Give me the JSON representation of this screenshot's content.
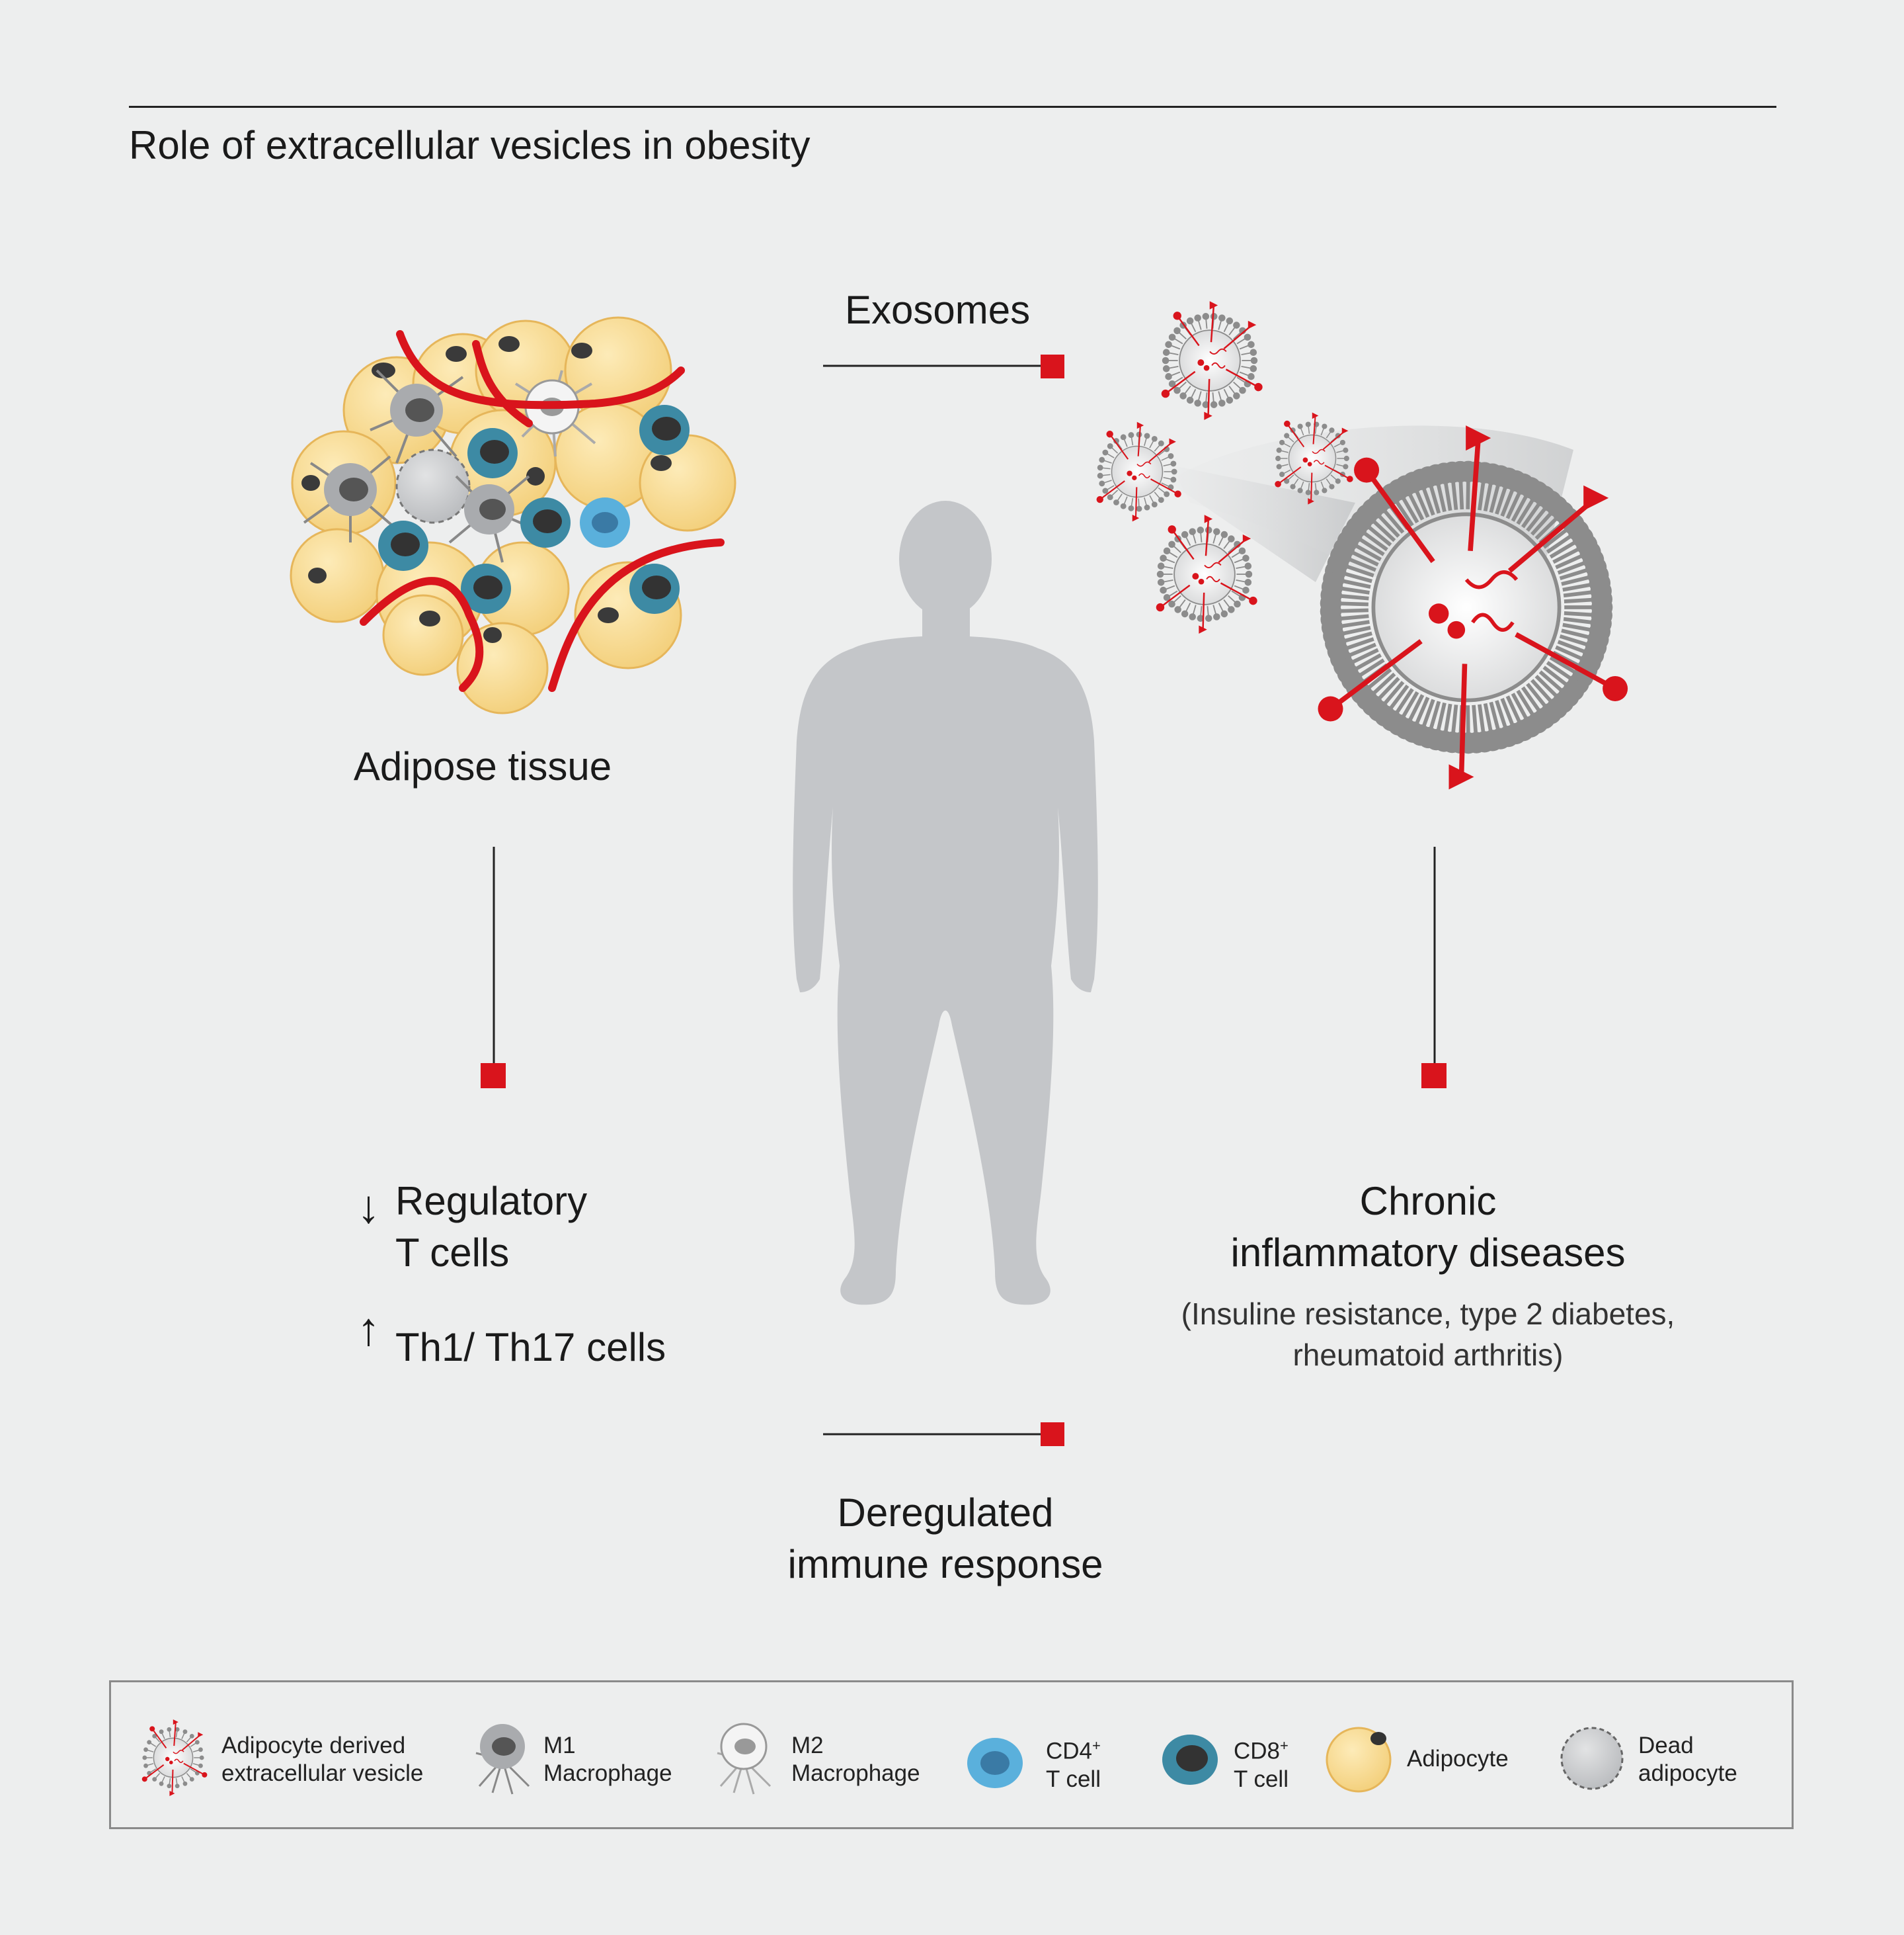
{
  "title": "Role of extracellular vesicles in obesity",
  "nodes": {
    "exosomes": "Exosomes",
    "adipose_tissue": "Adipose tissue",
    "regulatory_line1": "Regulatory",
    "regulatory_line2": "T cells",
    "th_cells": "Th1/ Th17 cells",
    "chronic_line1": "Chronic",
    "chronic_line2": "inflammatory diseases",
    "chronic_sub_line1": "(Insuline resistance, type 2 diabetes,",
    "chronic_sub_line2": "rheumatoid arthritis)",
    "deregulated_line1": "Deregulated",
    "deregulated_line2": "immune response"
  },
  "arrows": {
    "down": "↓",
    "up": "↑"
  },
  "legend": {
    "vesicle_line1": "Adipocyte derived",
    "vesicle_line2": "extracellular vesicle",
    "m1_line1": "M1",
    "m1_line2": "Macrophage",
    "m2_line1": "M2",
    "m2_line2": "Macrophage",
    "cd4_line1": "CD4",
    "cd4_sup": "+",
    "cd4_line2": "T cell",
    "cd8_line1": "CD8",
    "cd8_sup": "+",
    "cd8_line2": "T cell",
    "adipocyte": "Adipocyte",
    "dead_line1": "Dead",
    "dead_line2": "adipocyte"
  },
  "colors": {
    "accent_red": "#d9141c",
    "silhouette": "#c4c6c9",
    "adipocyte": "#f8d98e",
    "cd4": "#5ab0dc",
    "cd8": "#3d8aa4",
    "membrane": "#8c8c8c"
  }
}
